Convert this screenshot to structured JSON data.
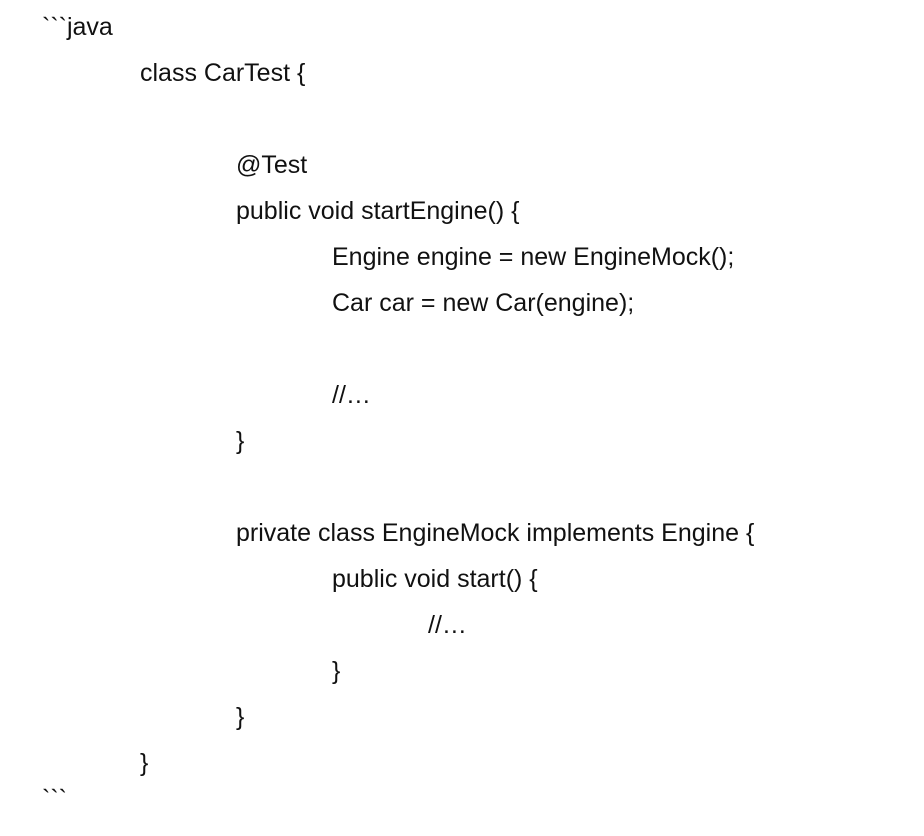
{
  "code": {
    "fence_open": "```java",
    "lines": [
      "class CarTest {",
      "@Test",
      "public void startEngine() {",
      "Engine engine = new EngineMock();",
      "Car car = new Car(engine);",
      "//…",
      "}",
      "private class EngineMock implements Engine {",
      "public void start() {",
      "//…",
      "}",
      "}",
      "}"
    ],
    "fence_close": "```"
  }
}
